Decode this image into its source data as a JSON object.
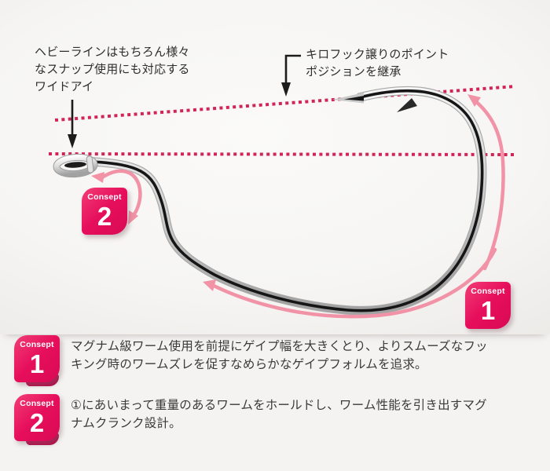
{
  "colors": {
    "badge_pink": "#e60e5b",
    "badge_fold": "#b50a49",
    "dotted_line_pink": "#d22557",
    "arrow_pink": "#f192a6",
    "arrow_black": "#1c1c1c",
    "text_dark": "#333333"
  },
  "diagram": {
    "annotation_wide_eye": {
      "lines": [
        "ヘビーラインはもちろん様々",
        "なスナップ使用にも対応する",
        "ワイドアイ"
      ]
    },
    "annotation_point": {
      "lines": [
        "キロフック譲りのポイント",
        "ポジションを継承"
      ]
    },
    "badge_concept2": {
      "label": "Consept",
      "number": "2"
    },
    "badge_concept1": {
      "label": "Consept",
      "number": "1"
    }
  },
  "concepts": [
    {
      "label": "Consept",
      "number": "1",
      "lines": [
        "マグナム級ワーム使用を前提にゲイプ幅を大きくとり、よりスムーズなフッ",
        "キング時のワームズレを促すなめらかなゲイプフォルムを追求。"
      ]
    },
    {
      "label": "Consept",
      "number": "2",
      "lines": [
        "①にあいまって重量のあるワームをホールドし、ワーム性能を引き出すマグ",
        "ナムクランク設計。"
      ]
    }
  ]
}
